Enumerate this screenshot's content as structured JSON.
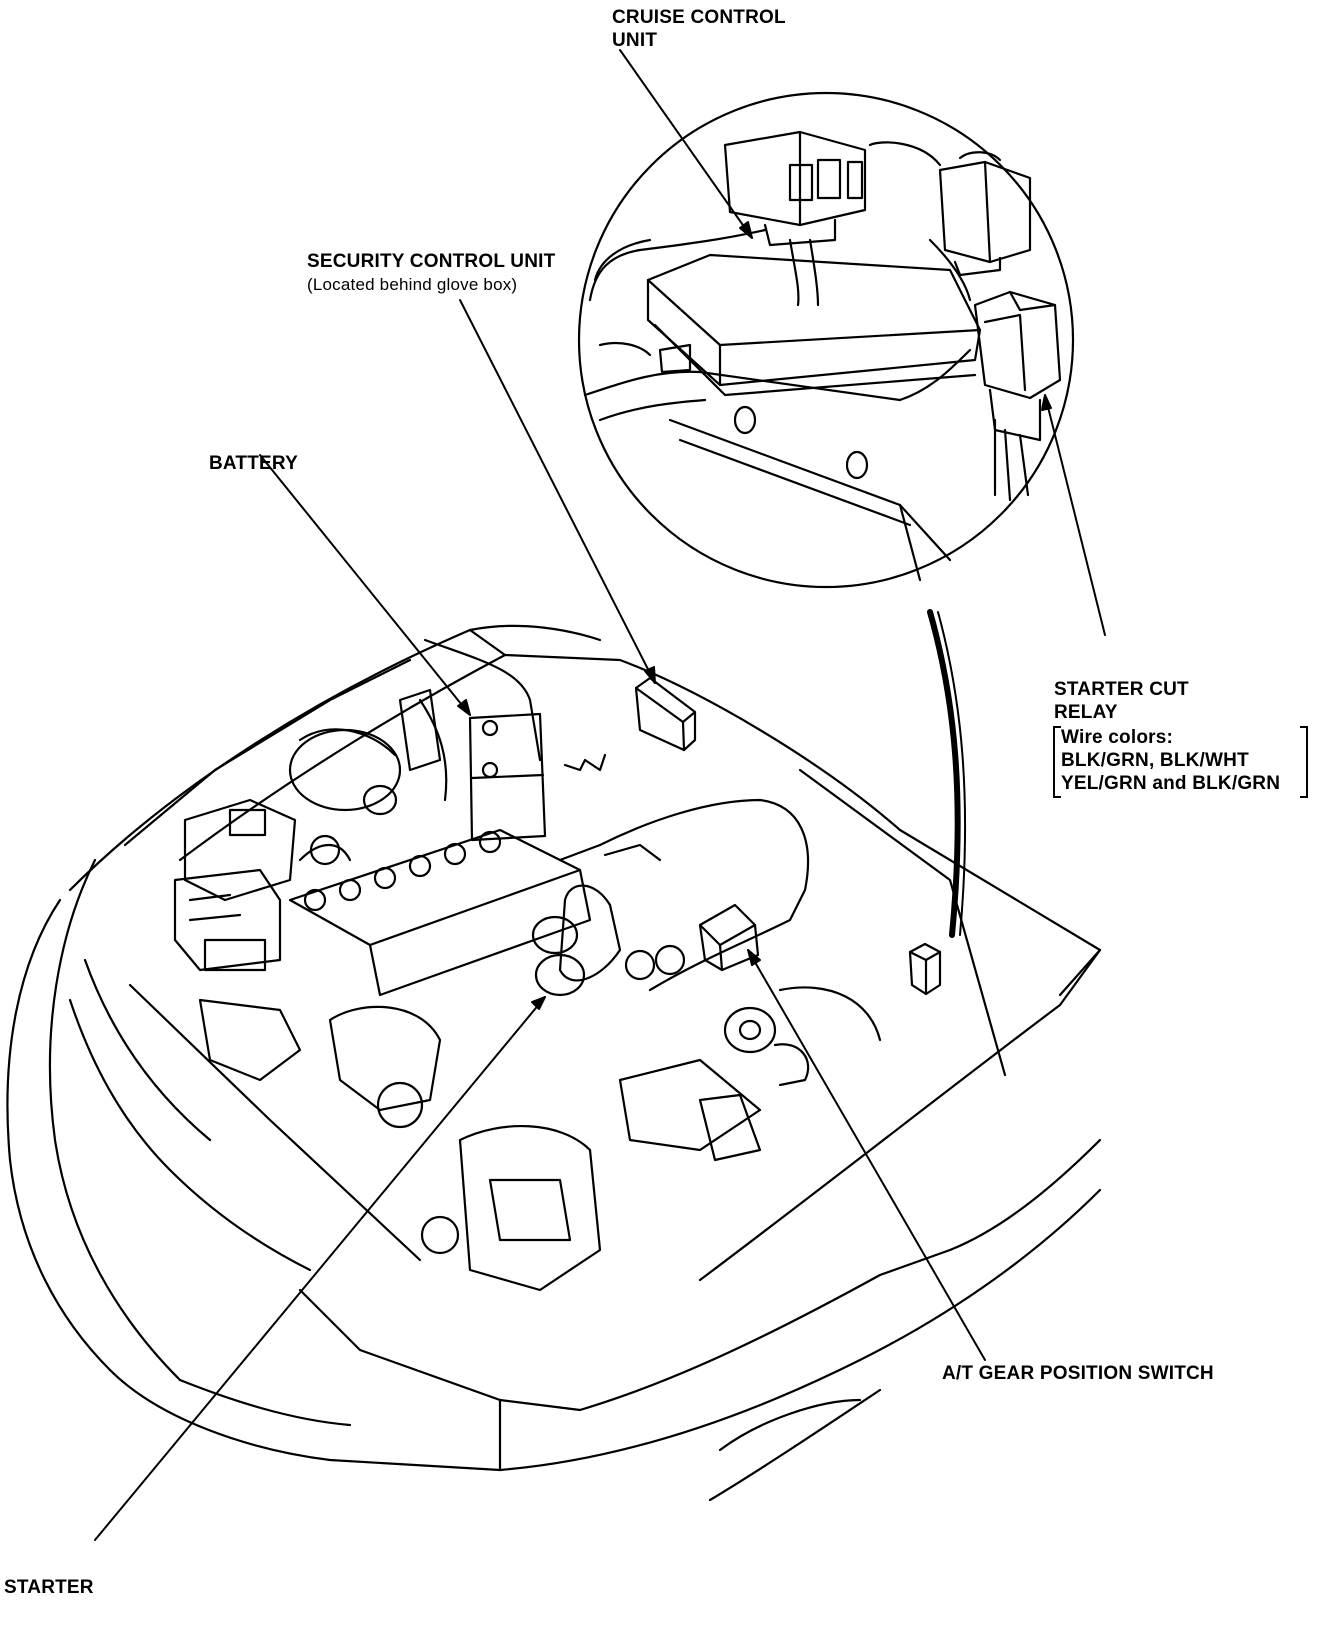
{
  "labels": {
    "cruise_control_unit": [
      "CRUISE CONTROL",
      "UNIT"
    ],
    "security_control_unit": "SECURITY CONTROL UNIT",
    "security_control_unit_note": "(Located behind glove box)",
    "battery": "BATTERY",
    "starter_cut_relay": [
      "STARTER CUT",
      "RELAY"
    ],
    "wire_colors_title": "Wire colors:",
    "wire_colors": [
      "BLK/GRN, BLK/WHT",
      "YEL/GRN and BLK/GRN"
    ],
    "ignition_switch": "A/T GEAR POSITION SWITCH",
    "starter": "STARTER"
  }
}
